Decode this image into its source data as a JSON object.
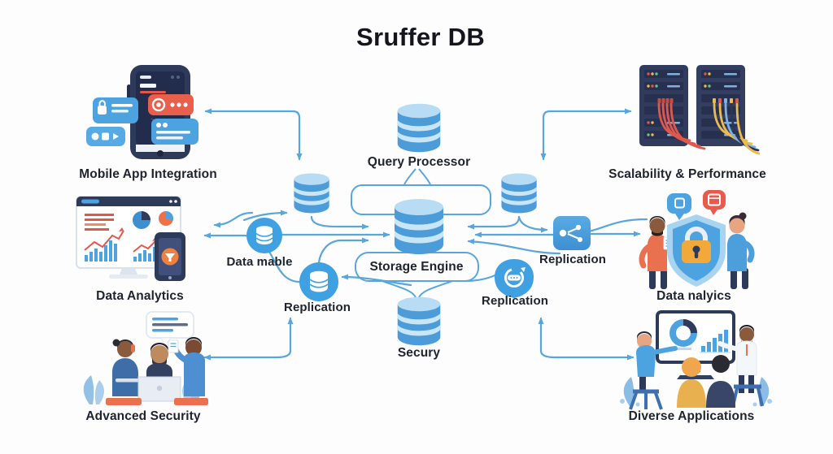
{
  "title": "Sruffer DB",
  "colors": {
    "arrow": "#58A6DC",
    "cylinder_body": "#4B9CD9",
    "cylinder_top": "#B7DCF3",
    "icon_blue": "#3FA0E2",
    "text": "#20242E",
    "navy": "#2E3A59",
    "accent_red": "#E2574C",
    "accent_orange": "#F2A93B"
  },
  "center_nodes": {
    "query_processor": {
      "label": "Query Processor",
      "icon": "database-cylinder-icon"
    },
    "storage_engine": {
      "label": "Storage Engine",
      "icon": "database-cylinder-icon"
    },
    "security_db": {
      "label": "Secury",
      "icon": "database-cylinder-icon"
    },
    "buffer_left": {
      "icon": "database-cylinder-icon"
    },
    "buffer_right": {
      "icon": "database-cylinder-icon"
    }
  },
  "side_nodes": {
    "data_table": {
      "label": "Data mable",
      "icon": "database-circle-icon"
    },
    "replication_left": {
      "label": "Replication",
      "icon": "database-circle-icon"
    },
    "replication_mid": {
      "label": "Replication",
      "icon": "sync-shield-icon"
    },
    "replication_right": {
      "label": "Replication",
      "icon": "share-key-icon"
    }
  },
  "features": {
    "mobile": {
      "label": "Mobile App Integration",
      "icon": "smartphone-notifications-illustration"
    },
    "scalability": {
      "label": "Scalability & Performance",
      "icon": "server-racks-cables-illustration"
    },
    "analytics": {
      "label": "Data Analytics",
      "icon": "dashboard-charts-illustration"
    },
    "data_security": {
      "label": "Data nalyics",
      "icon": "shield-lock-people-illustration"
    },
    "advanced_security": {
      "label": "Advanced Security",
      "icon": "team-laptop-illustration"
    },
    "diverse_apps": {
      "label": "Diverse Applications",
      "icon": "presentation-meeting-illustration"
    }
  }
}
